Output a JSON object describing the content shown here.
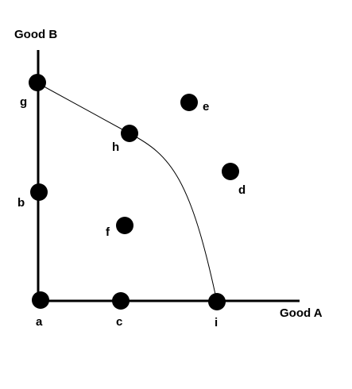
{
  "axes": {
    "y_title": "Good B",
    "x_title": "Good A"
  },
  "points": [
    {
      "id": "a",
      "label": "a"
    },
    {
      "id": "b",
      "label": "b"
    },
    {
      "id": "c",
      "label": "c"
    },
    {
      "id": "d",
      "label": "d"
    },
    {
      "id": "e",
      "label": "e"
    },
    {
      "id": "f",
      "label": "f"
    },
    {
      "id": "g",
      "label": "g"
    },
    {
      "id": "h",
      "label": "h"
    },
    {
      "id": "i",
      "label": "i"
    }
  ],
  "colors": {
    "ink": "#000000",
    "background": "#ffffff"
  }
}
